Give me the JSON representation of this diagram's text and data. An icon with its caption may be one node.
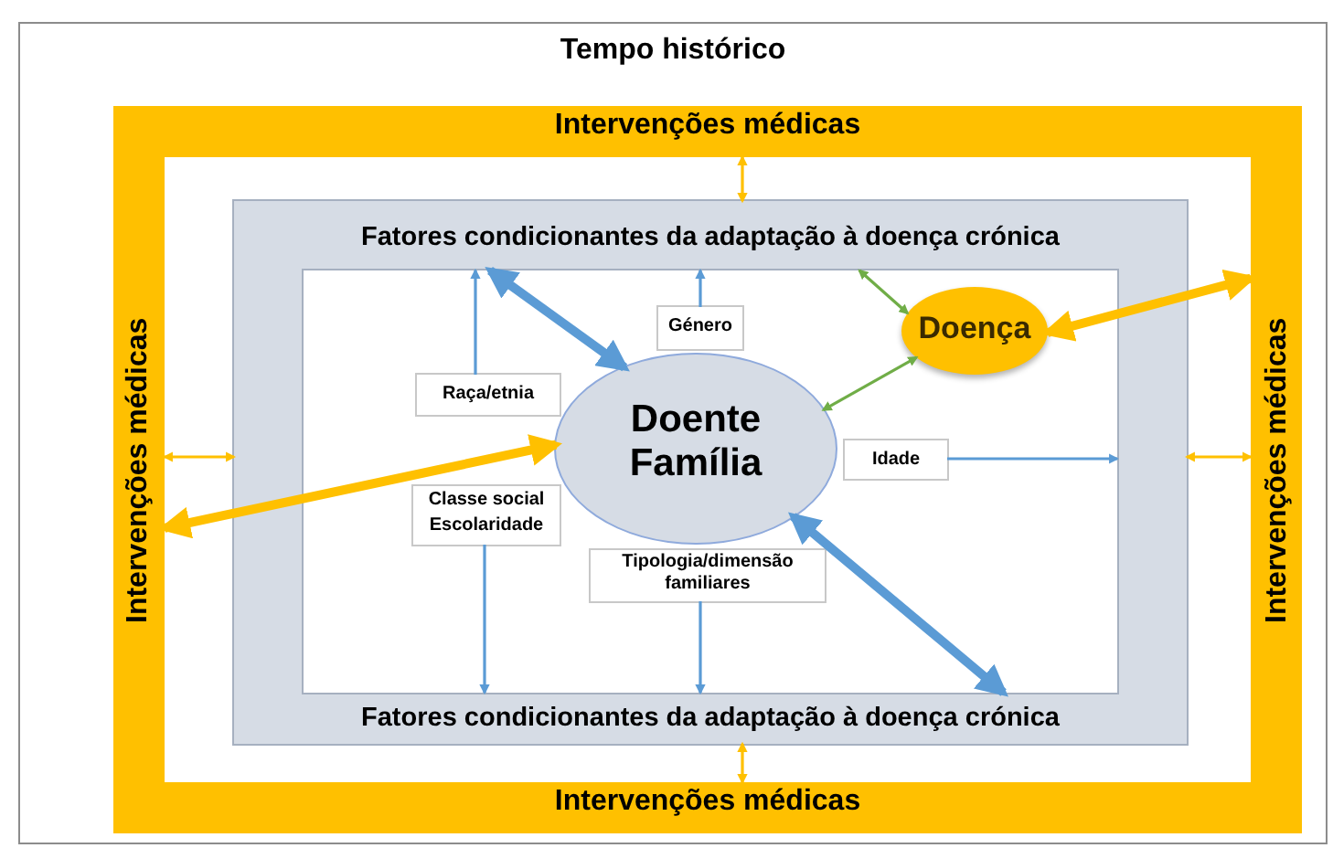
{
  "diagram": {
    "nodes": [
      {
        "text": [
          "Tempo histórico"
        ]
      },
      {
        "text": [
          "Intervenções médicas",
          "Intervenções médicas",
          "Intervenções médicas",
          "Intervenções médicas"
        ],
        "in": 0
      },
      {
        "text": [
          "Fatores condicionantes da adaptação à doença crónica",
          "Fatores condicionantes da adaptação à doença crónica"
        ],
        "in": 1
      },
      {
        "text": [],
        "shape": "box",
        "in": 2
      },
      {
        "text": [
          "Doente Família"
        ],
        "in": 3
      },
      {
        "text": [
          "Doença"
        ],
        "in": 3
      },
      {
        "text": [
          "Género"
        ],
        "in": 3
      },
      {
        "text": [
          "Raça/etnia"
        ],
        "in": 3
      },
      {
        "text": [
          "Idade"
        ],
        "in": 3
      },
      {
        "text": [
          "Classe social",
          "Escolaridade"
        ],
        "in": 3
      },
      {
        "text": [
          "Tipologia/dimensão familiares"
        ],
        "in": 3
      }
    ],
    "edges": [
      {
        "from": 7,
        "to": 3,
        "arrow": "to"
      },
      {
        "from": 6,
        "to": 3,
        "arrow": "to"
      },
      {
        "from": 8,
        "to": 3,
        "arrow": "to"
      },
      {
        "from": 9,
        "to": 3,
        "arrow": "to"
      },
      {
        "from": 10,
        "to": 3,
        "arrow": "to"
      },
      {
        "from": 4,
        "to": 3,
        "arrow": "both",
        "style": "thick"
      },
      {
        "from": 4,
        "to": 3,
        "arrow": "both",
        "style": "thick"
      },
      {
        "from": 5,
        "to": 3,
        "arrow": "both",
        "color": "#70ad47"
      },
      {
        "from": 5,
        "to": 4,
        "arrow": "both",
        "color": "#70ad47"
      },
      {
        "from": 5,
        "to": 1,
        "arrow": "both",
        "style": "thick",
        "color": "#ffc000"
      },
      {
        "from": 4,
        "to": 1,
        "arrow": "both",
        "style": "thick",
        "color": "#ffc000"
      },
      {
        "from": 1,
        "to": 2,
        "arrow": "both",
        "color": "#ffc000"
      },
      {
        "from": 1,
        "to": 2,
        "arrow": "both",
        "color": "#ffc000"
      },
      {
        "from": 1,
        "to": 2,
        "arrow": "both",
        "color": "#ffc000"
      },
      {
        "from": 1,
        "to": 2,
        "arrow": "both",
        "color": "#ffc000"
      }
    ]
  }
}
